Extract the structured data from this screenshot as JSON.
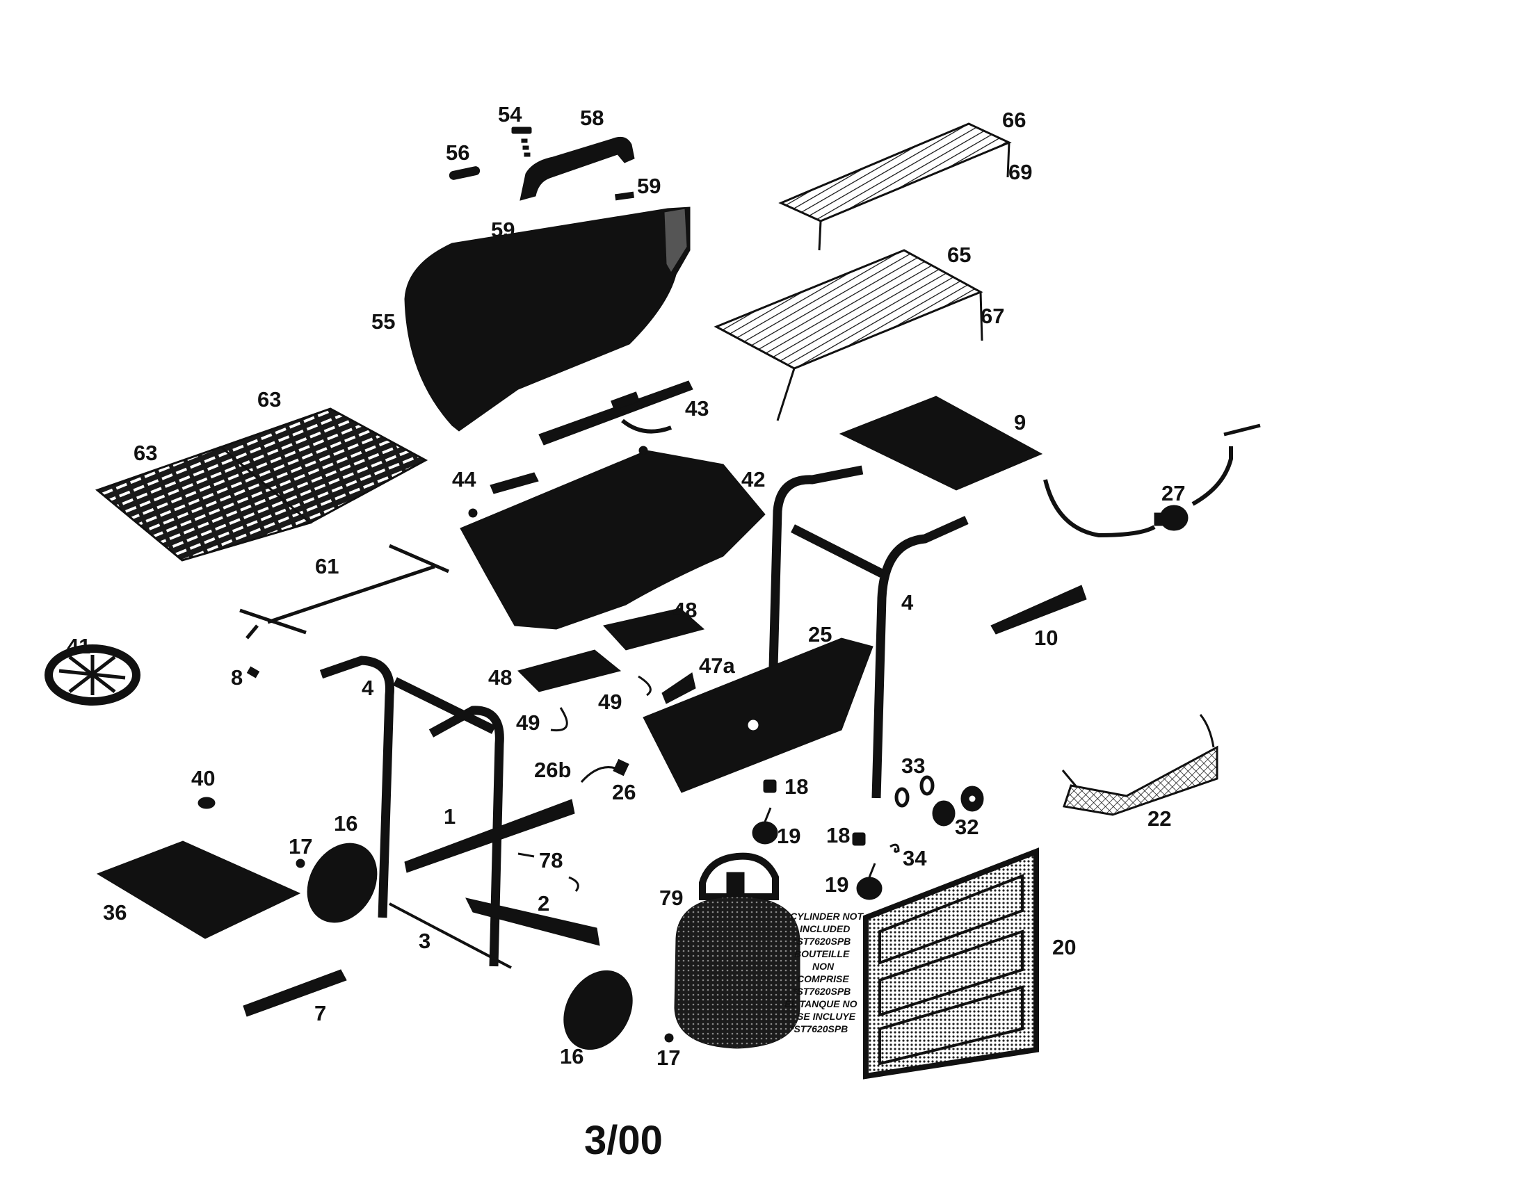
{
  "callouts": {
    "c1": "1",
    "c2": "2",
    "c3": "3",
    "c4a": "4",
    "c4b": "4",
    "c7": "7",
    "c8": "8",
    "c9": "9",
    "c10": "10",
    "c16a": "16",
    "c16b": "16",
    "c17a": "17",
    "c17b": "17",
    "c18a": "18",
    "c18b": "18",
    "c19a": "19",
    "c19b": "19",
    "c20": "20",
    "c22": "22",
    "c25": "25",
    "c26": "26",
    "c26b": "26b",
    "c27": "27",
    "c32": "32",
    "c33": "33",
    "c34": "34",
    "c36": "36",
    "c40": "40",
    "c41": "41",
    "c42": "42",
    "c43": "43",
    "c44": "44",
    "c47a": "47a",
    "c48a": "48",
    "c48b": "48",
    "c49a": "49",
    "c49b": "49",
    "c54": "54",
    "c55": "55",
    "c56": "56",
    "c58": "58",
    "c59a": "59",
    "c59b": "59",
    "c61": "61",
    "c63a": "63",
    "c63b": "63",
    "c65": "65",
    "c66": "66",
    "c67": "67",
    "c69": "69",
    "c78": "78",
    "c79": "79"
  },
  "cylinder_note": [
    "CYLINDER NOT",
    "INCLUDED",
    "*ST7620SPB",
    "BOUTEILLE",
    "NON",
    "COMPRISE",
    "*ST7620SPB",
    "EL TANQUE NO",
    "SE INCLUYE",
    "*ST7620SPB"
  ],
  "footer": {
    "date": "3/00"
  },
  "colors": {
    "ink": "#111111",
    "paper": "#ffffff"
  }
}
